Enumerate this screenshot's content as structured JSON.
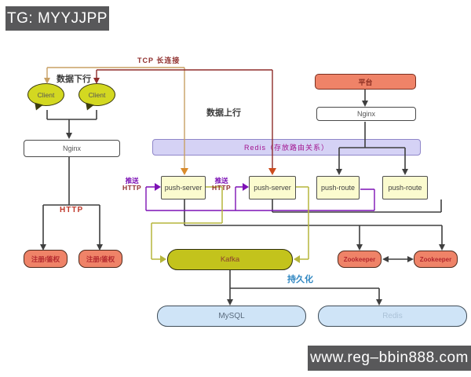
{
  "banners": {
    "top_left": "TG: MYYJJPP",
    "bottom_right": "www.reg–bbin888.com"
  },
  "labels": {
    "tcp_connection": "TCP 长连接",
    "data_downstream": "数据下行",
    "data_upstream": "数据上行",
    "http_left": "HTTP",
    "push_1": "推送",
    "push_1_http": "HTTP",
    "push_2": "推送",
    "push_2_http": "HTTP",
    "persistence": "持久化"
  },
  "nodes": {
    "client1": "Client",
    "client2": "Client",
    "nginx_left": "Nginx",
    "register1": "注册/鉴权",
    "register2": "注册/鉴权",
    "platform": "平台",
    "nginx_right": "Nginx",
    "redis_bar": "Redis（存放路由关系）",
    "push_server1": "push-server",
    "push_server2": "push-server",
    "push_route1": "push-route",
    "push_route2": "push-route",
    "kafka": "Kafka",
    "zookeeper1": "Zookeeper",
    "zookeeper2": "Zookeeper",
    "mysql": "MySQL",
    "redis_bottom": "Redis"
  },
  "colors": {
    "banner_bg": "#58585a",
    "client_fill": "#d3d821",
    "salmon_fill": "#ef8368",
    "redis_bar_fill": "#d5d2f5",
    "push_box_fill": "#fbfbcf",
    "kafka_fill": "#c3c31c",
    "db_fill": "#cfe4f7",
    "wire_dark": "#3f3f3f",
    "wire_red": "#8f2d2b",
    "wire_tan": "#c8a064",
    "wire_purple": "#7d12b5",
    "wire_olive": "#b5b53c",
    "label_blue": "#2e86c1"
  }
}
